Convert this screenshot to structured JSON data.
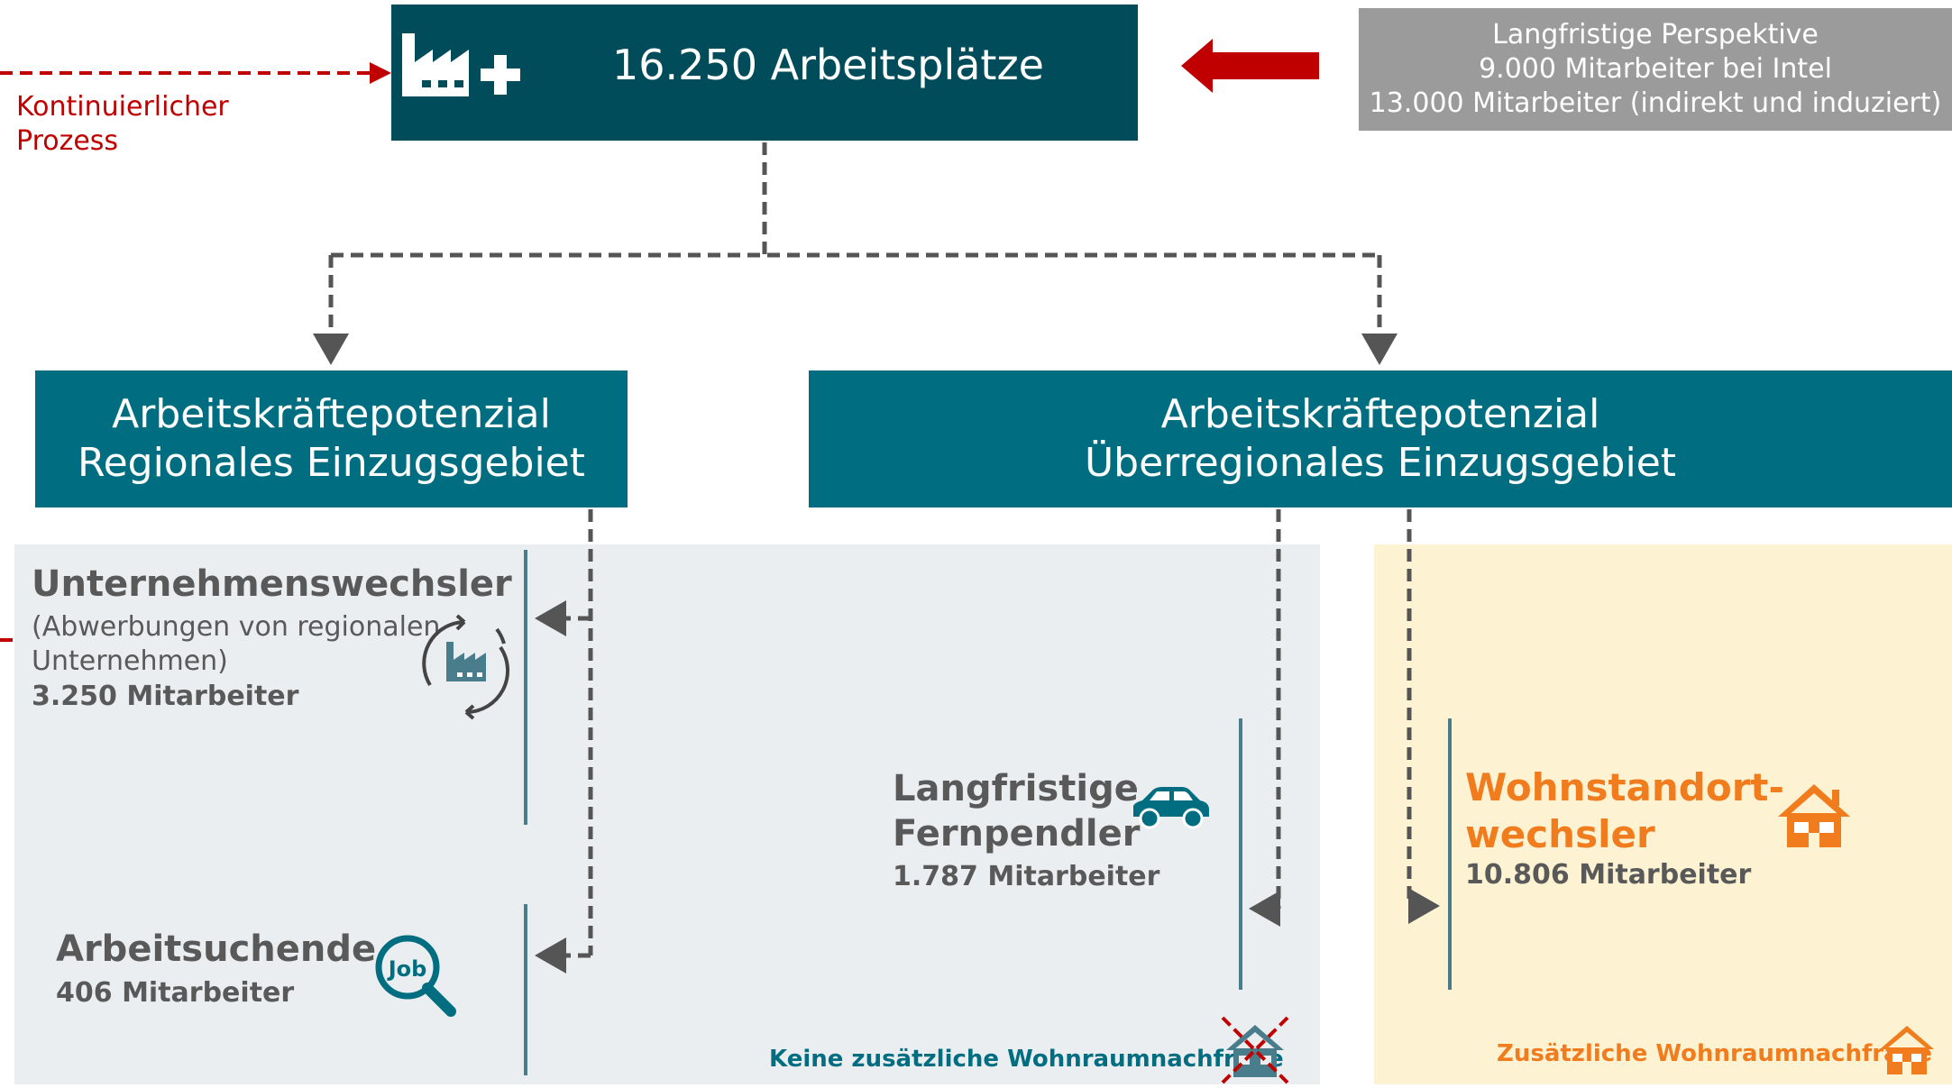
{
  "top_box": {
    "title": "16.250 Arbeitsplätze"
  },
  "perspective_box": {
    "line1": "Langfristige Perspektive",
    "line2": "9.000 Mitarbeiter bei Intel",
    "line3": "13.000 Mitarbeiter (indirekt und induziert)"
  },
  "continuous_label": "Kontinuierlicher Prozess",
  "regional_box": {
    "line1": "Arbeitskräftepotenzial",
    "line2": "Regionales Einzugsgebiet"
  },
  "supra_box": {
    "line1": "Arbeitskräftepotenzial",
    "line2": "Überregionales Einzugsgebiet"
  },
  "company_switchers": {
    "title": "Unternehmenswechsler",
    "desc_line1": "(Abwerbungen von regionalen",
    "desc_line2": "Unternehmen)",
    "count": "3.250 Mitarbeiter"
  },
  "job_seekers": {
    "title": "Arbeitsuchende",
    "count": "406 Mitarbeiter",
    "icon_text": "Job"
  },
  "commuters": {
    "title_line1": "Langfristige",
    "title_line2": "Fernpendler",
    "count": "1.787 Mitarbeiter"
  },
  "relocators": {
    "title_line1": "Wohnstandort-",
    "title_line2": "wechsler",
    "count": "10.806 Mitarbeiter"
  },
  "no_housing_label": "Keine zusätzliche Wohnraumnachfrage",
  "housing_label": "Zusätzliche Wohnraumnachfrage",
  "colors": {
    "dark_teal": "#004c5a",
    "teal": "#006e80",
    "grey_box": "#9b9b9b",
    "red": "#c00000",
    "orange": "#f07c1e",
    "grey_panel": "#ebeef0",
    "yellow_panel": "#fdf3d3"
  }
}
